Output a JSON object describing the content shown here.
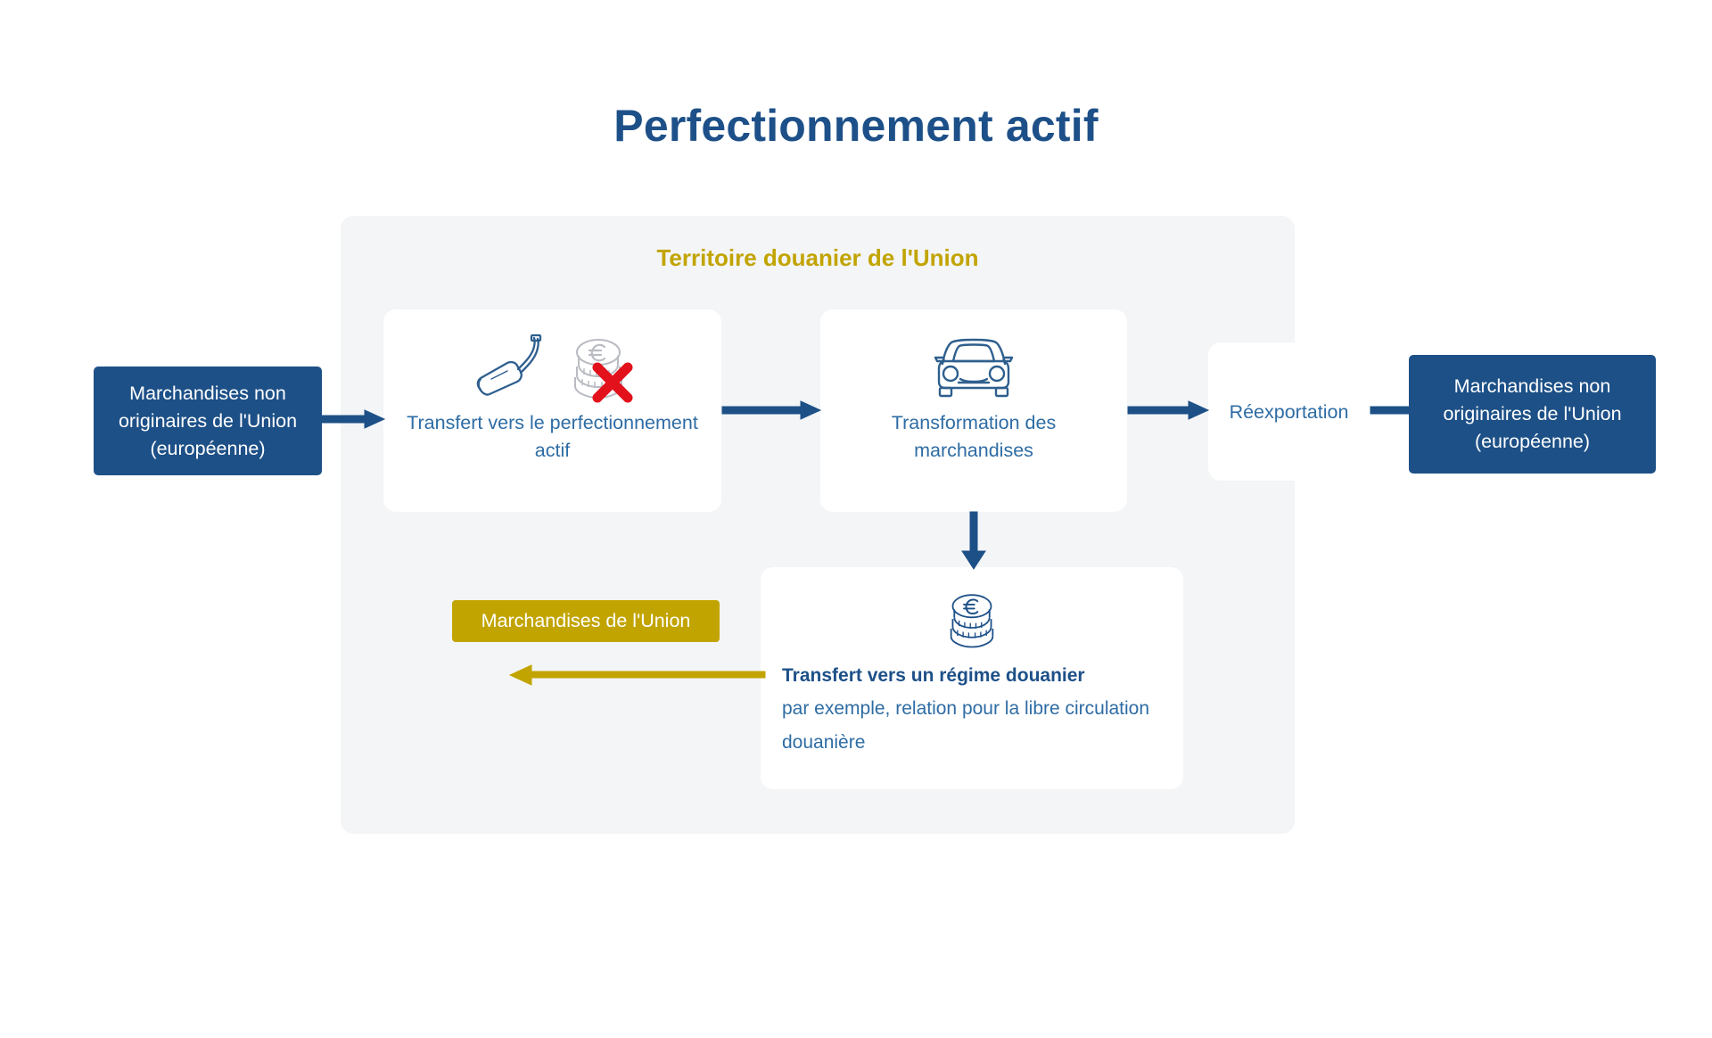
{
  "page": {
    "title": "Perfectionnement actif",
    "background": "#ffffff"
  },
  "colors": {
    "brand_blue": "#1d5088",
    "box_blue": "#1d5087",
    "text_blue": "#2e6ca4",
    "gold": "#c2a400",
    "panel_gray": "#f3f5f7",
    "coin_gray": "#b9bcc2",
    "red_cross": "#e2111b",
    "white": "#ffffff"
  },
  "territory": {
    "heading": "Territoire douanier de l'Union"
  },
  "boxes": {
    "goods_in": {
      "lines": [
        "Marchandises non",
        "originaires de l'Union",
        "(européenne)"
      ],
      "text": "Marchandises non originaires de l'Union (européenne)"
    },
    "goods_out": {
      "lines": [
        "Marchandises non",
        "originaires de l'Union",
        "(européenne)"
      ],
      "text": "Marchandises non originaires de l'Union (européenne)"
    },
    "union_goods": {
      "text": "Marchandises de l'Union"
    }
  },
  "cards": [
    {
      "id": "transfer-inward-processing",
      "label": "Transfert vers le perfectionnement actif",
      "icons": [
        "exhaust-pipe-icon",
        "euro-coins-icon",
        "red-cross-icon"
      ]
    },
    {
      "id": "transform-goods",
      "label": "Transformation des marchandises",
      "icons": [
        "car-icon"
      ]
    },
    {
      "id": "reexport",
      "label": "Réexportation",
      "icons": []
    },
    {
      "id": "customs-regime",
      "title": "Transfert vers un régime douanier",
      "subtitle": "par exemple, relation pour la libre circulation douanière",
      "icons": [
        "euro-coins-icon"
      ]
    }
  ],
  "arrows": [
    {
      "id": "arrow-in",
      "direction": "right",
      "color": "#1d5087"
    },
    {
      "id": "arrow-card1-card2",
      "direction": "right",
      "color": "#1d5087"
    },
    {
      "id": "arrow-card2-reexport",
      "direction": "right",
      "color": "#1d5087"
    },
    {
      "id": "arrow-reexport-out",
      "direction": "right",
      "color": "#1d5087"
    },
    {
      "id": "arrow-card2-down",
      "direction": "down",
      "color": "#1d5087"
    },
    {
      "id": "arrow-customs-left",
      "direction": "left",
      "color": "#c2a400"
    }
  ]
}
